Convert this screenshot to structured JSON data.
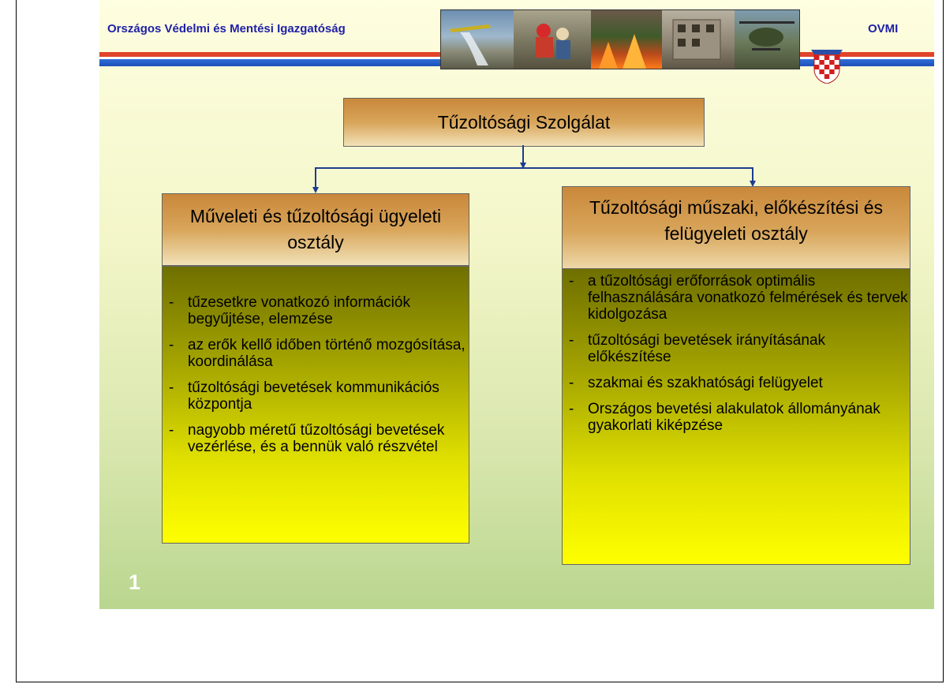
{
  "header": {
    "org_name": "Országos Védelmi és Mentési Igazgatóság",
    "acronym": "OVMI"
  },
  "chart": {
    "title": "Tűzoltósági Szolgálat",
    "left": {
      "heading": "Műveleti és tűzoltósági ügyeleti osztály",
      "items": [
        "tűzesetkre vonatkozó információk begyűjtése, elemzése",
        "az erők kellő időben történő mozgósítása, koordinálása",
        "tűzoltósági bevetések kommunikációs központja",
        "nagyobb méretű tűzoltósági bevetések vezérlése, és a bennük való részvétel"
      ]
    },
    "right": {
      "heading": "Tűzoltósági műszaki, előkészítési és felügyeleti osztály",
      "items": [
        "a tűzoltósági erőforrások optimális felhasználására vonatkozó felmérések és tervek kidolgozása",
        "tűzoltósági bevetések irányításának előkészítése",
        "szakmai és szakhatósági felügyelet",
        "Országos bevetési alakulatok állományának gyakorlati kiképzése"
      ]
    }
  },
  "footer": {
    "slide_number": "1"
  },
  "colors": {
    "header_text": "#1f1fa8",
    "stripe_red": "#e0442a",
    "stripe_blue": "#2f6fd8"
  }
}
